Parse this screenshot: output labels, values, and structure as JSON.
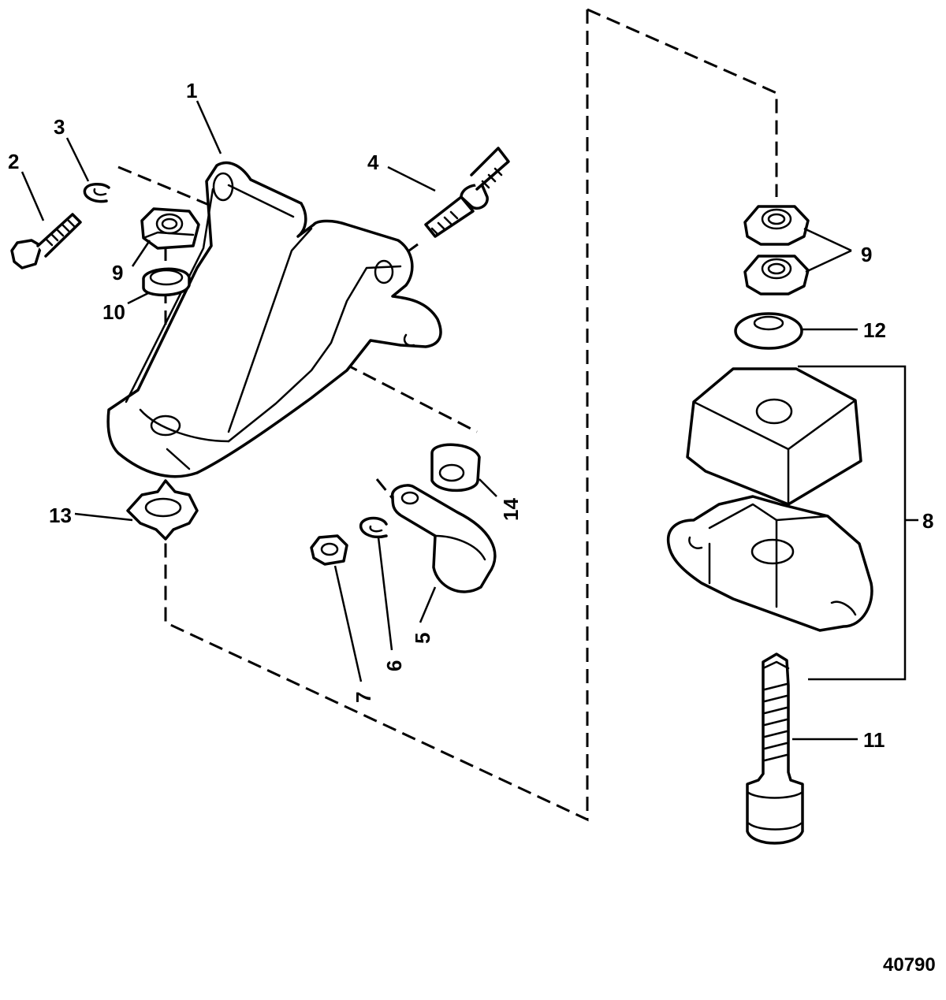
{
  "diagram": {
    "figure_number": "40790",
    "callouts": [
      {
        "id": "c1",
        "label": "1"
      },
      {
        "id": "c2",
        "label": "2"
      },
      {
        "id": "c3",
        "label": "3"
      },
      {
        "id": "c4",
        "label": "4"
      },
      {
        "id": "c5",
        "label": "5"
      },
      {
        "id": "c6",
        "label": "6"
      },
      {
        "id": "c7",
        "label": "7"
      },
      {
        "id": "c8",
        "label": "8"
      },
      {
        "id": "c9a",
        "label": "9"
      },
      {
        "id": "c9b",
        "label": "9"
      },
      {
        "id": "c10",
        "label": "10"
      },
      {
        "id": "c11",
        "label": "11"
      },
      {
        "id": "c12",
        "label": "12"
      },
      {
        "id": "c13",
        "label": "13"
      },
      {
        "id": "c14",
        "label": "14"
      }
    ]
  }
}
